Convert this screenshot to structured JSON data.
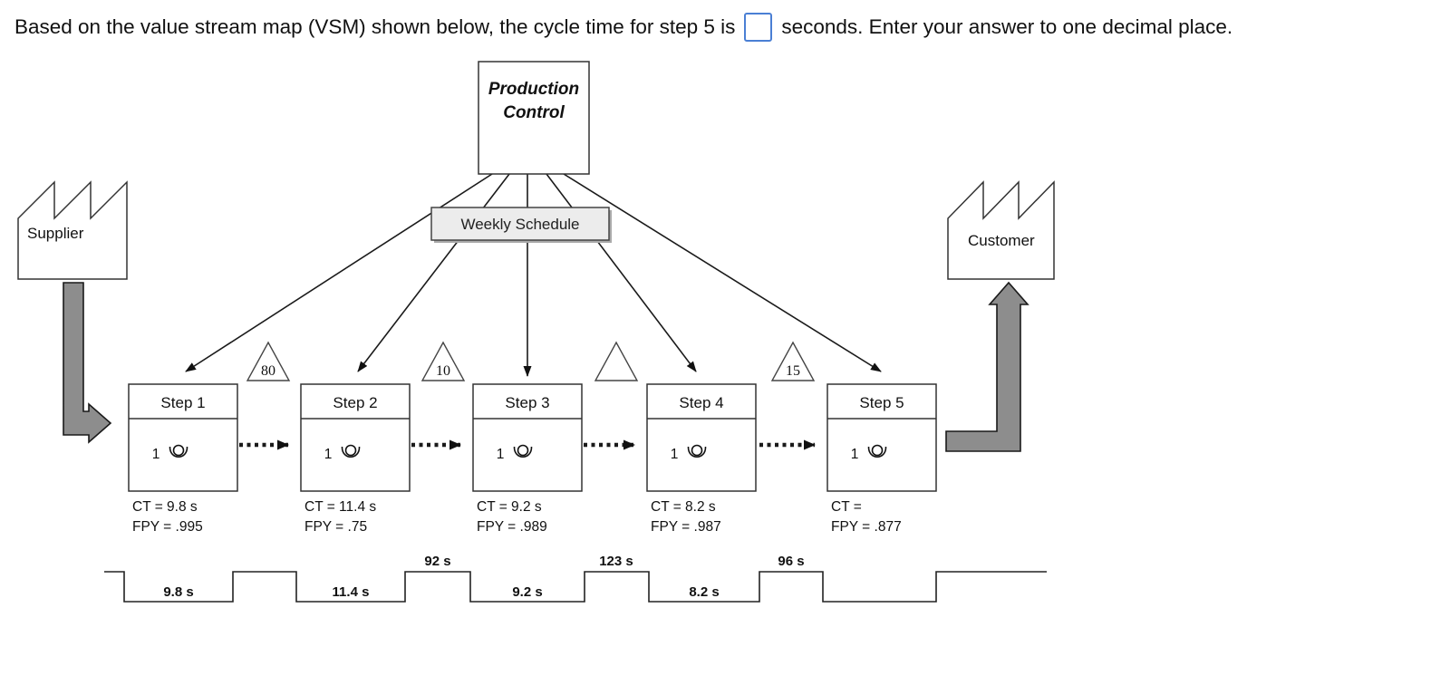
{
  "question": {
    "prefix": "Based on the value stream map (VSM) shown below, the cycle time for step 5 is",
    "suffix": "seconds.  Enter your answer to one decimal place.",
    "answer_value": ""
  },
  "colors": {
    "input_border": "#4a7fd4",
    "weekly_schedule_fill": "#ececec",
    "thick_arrow_fill": "#8d8d8d"
  },
  "icons": {
    "operator": "vsm-operator-symbol",
    "inventory": "triangle-inventory",
    "supplier": "sawtooth-factory",
    "customer": "sawtooth-factory",
    "material_flow": "thick-elbow-arrow",
    "push_flow": "dashed-arrow"
  },
  "diagram": {
    "production_control": {
      "line1": "Production",
      "line2": "Control"
    },
    "weekly_schedule": "Weekly Schedule",
    "supplier": "Supplier",
    "customer": "Customer",
    "steps": [
      {
        "label": "Step 1",
        "operators": "1",
        "ct": "CT = 9.8 s",
        "fpy": "FPY = .995"
      },
      {
        "label": "Step 2",
        "operators": "1",
        "ct": "CT = 11.4 s",
        "fpy": "FPY = .75"
      },
      {
        "label": "Step 3",
        "operators": "1",
        "ct": "CT = 9.2 s",
        "fpy": "FPY = .989"
      },
      {
        "label": "Step 4",
        "operators": "1",
        "ct": "CT = 8.2 s",
        "fpy": "FPY = .987"
      },
      {
        "label": "Step 5",
        "operators": "1",
        "ct": "CT =",
        "fpy": "FPY = .877"
      }
    ],
    "inventory": [
      {
        "count": "80"
      },
      {
        "count": "10"
      },
      {
        "count": ""
      },
      {
        "count": "15"
      }
    ],
    "timeline": {
      "process_times": [
        "9.8 s",
        "11.4 s",
        "9.2 s",
        "8.2 s",
        ""
      ],
      "wait_times": [
        "92 s",
        "123 s",
        "96 s"
      ]
    }
  }
}
